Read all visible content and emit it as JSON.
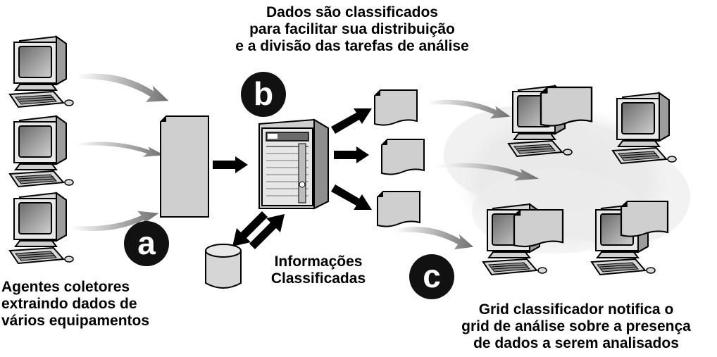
{
  "labels": {
    "title_lines": [
      "Dados são classificados",
      "para facilitar sua distribuição",
      "e a divisão das tarefas de análise"
    ],
    "agents_lines": [
      "Agentes coletores",
      "extraindo dados de",
      "vários equipamentos"
    ],
    "info_lines": [
      "Informações",
      "Classificadas"
    ],
    "grid_lines": [
      "Grid classificador notifica o",
      "grid de análise sobre a presença",
      "de dados a serem analisados"
    ]
  },
  "steps": {
    "a": "a",
    "b": "b",
    "c": "c"
  },
  "icons": {
    "computer": "computer-icon",
    "document": "document-icon",
    "server": "server-icon",
    "database": "database-icon",
    "arrow": "arrow-icon",
    "cloud": "grid-cloud"
  },
  "colors": {
    "ink": "#000000",
    "screen_dark": "#4a4a4a",
    "screen_light": "#bdbdbd",
    "body_gray": "#d9d9d9",
    "paper_gray": "#cfcfcf",
    "arrow_gray": "#8a8a8a",
    "cloud_gray": "#e3e3e3"
  }
}
